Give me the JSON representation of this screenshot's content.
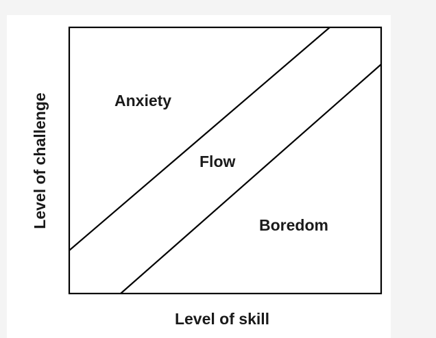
{
  "diagram": {
    "regions": {
      "upper": "Anxiety",
      "middle": "Flow",
      "lower": "Boredom"
    },
    "axes": {
      "x_label": "Level of skill",
      "y_label": "Level of challenge"
    },
    "colors": {
      "line": "#000000",
      "text": "#1a1a1a",
      "background": "#ffffff"
    }
  }
}
